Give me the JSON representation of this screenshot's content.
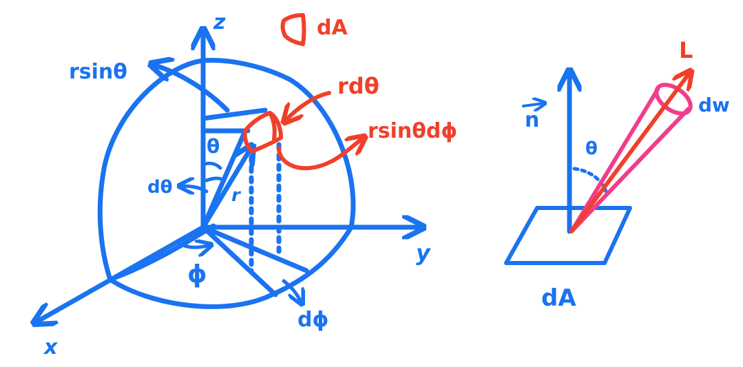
{
  "colors": {
    "blue": "#1a73f0",
    "red": "#f0402a",
    "pink": "#f23c8c"
  },
  "left_diagram": {
    "axis_z": "z",
    "axis_y": "y",
    "axis_x": "x",
    "angle_theta": "θ",
    "angle_phi": "ϕ",
    "radius": "r",
    "d_theta": "dθ",
    "d_phi": "dϕ",
    "r_sin_theta": "rsinθ",
    "r_d_theta": "rdθ",
    "r_sin_theta_d_phi": "rsinθdϕ",
    "legend_dA": "dA"
  },
  "right_diagram": {
    "normal": "n",
    "angle_theta": "θ",
    "ray": "L",
    "solid_angle": "dw",
    "area": "dA"
  }
}
